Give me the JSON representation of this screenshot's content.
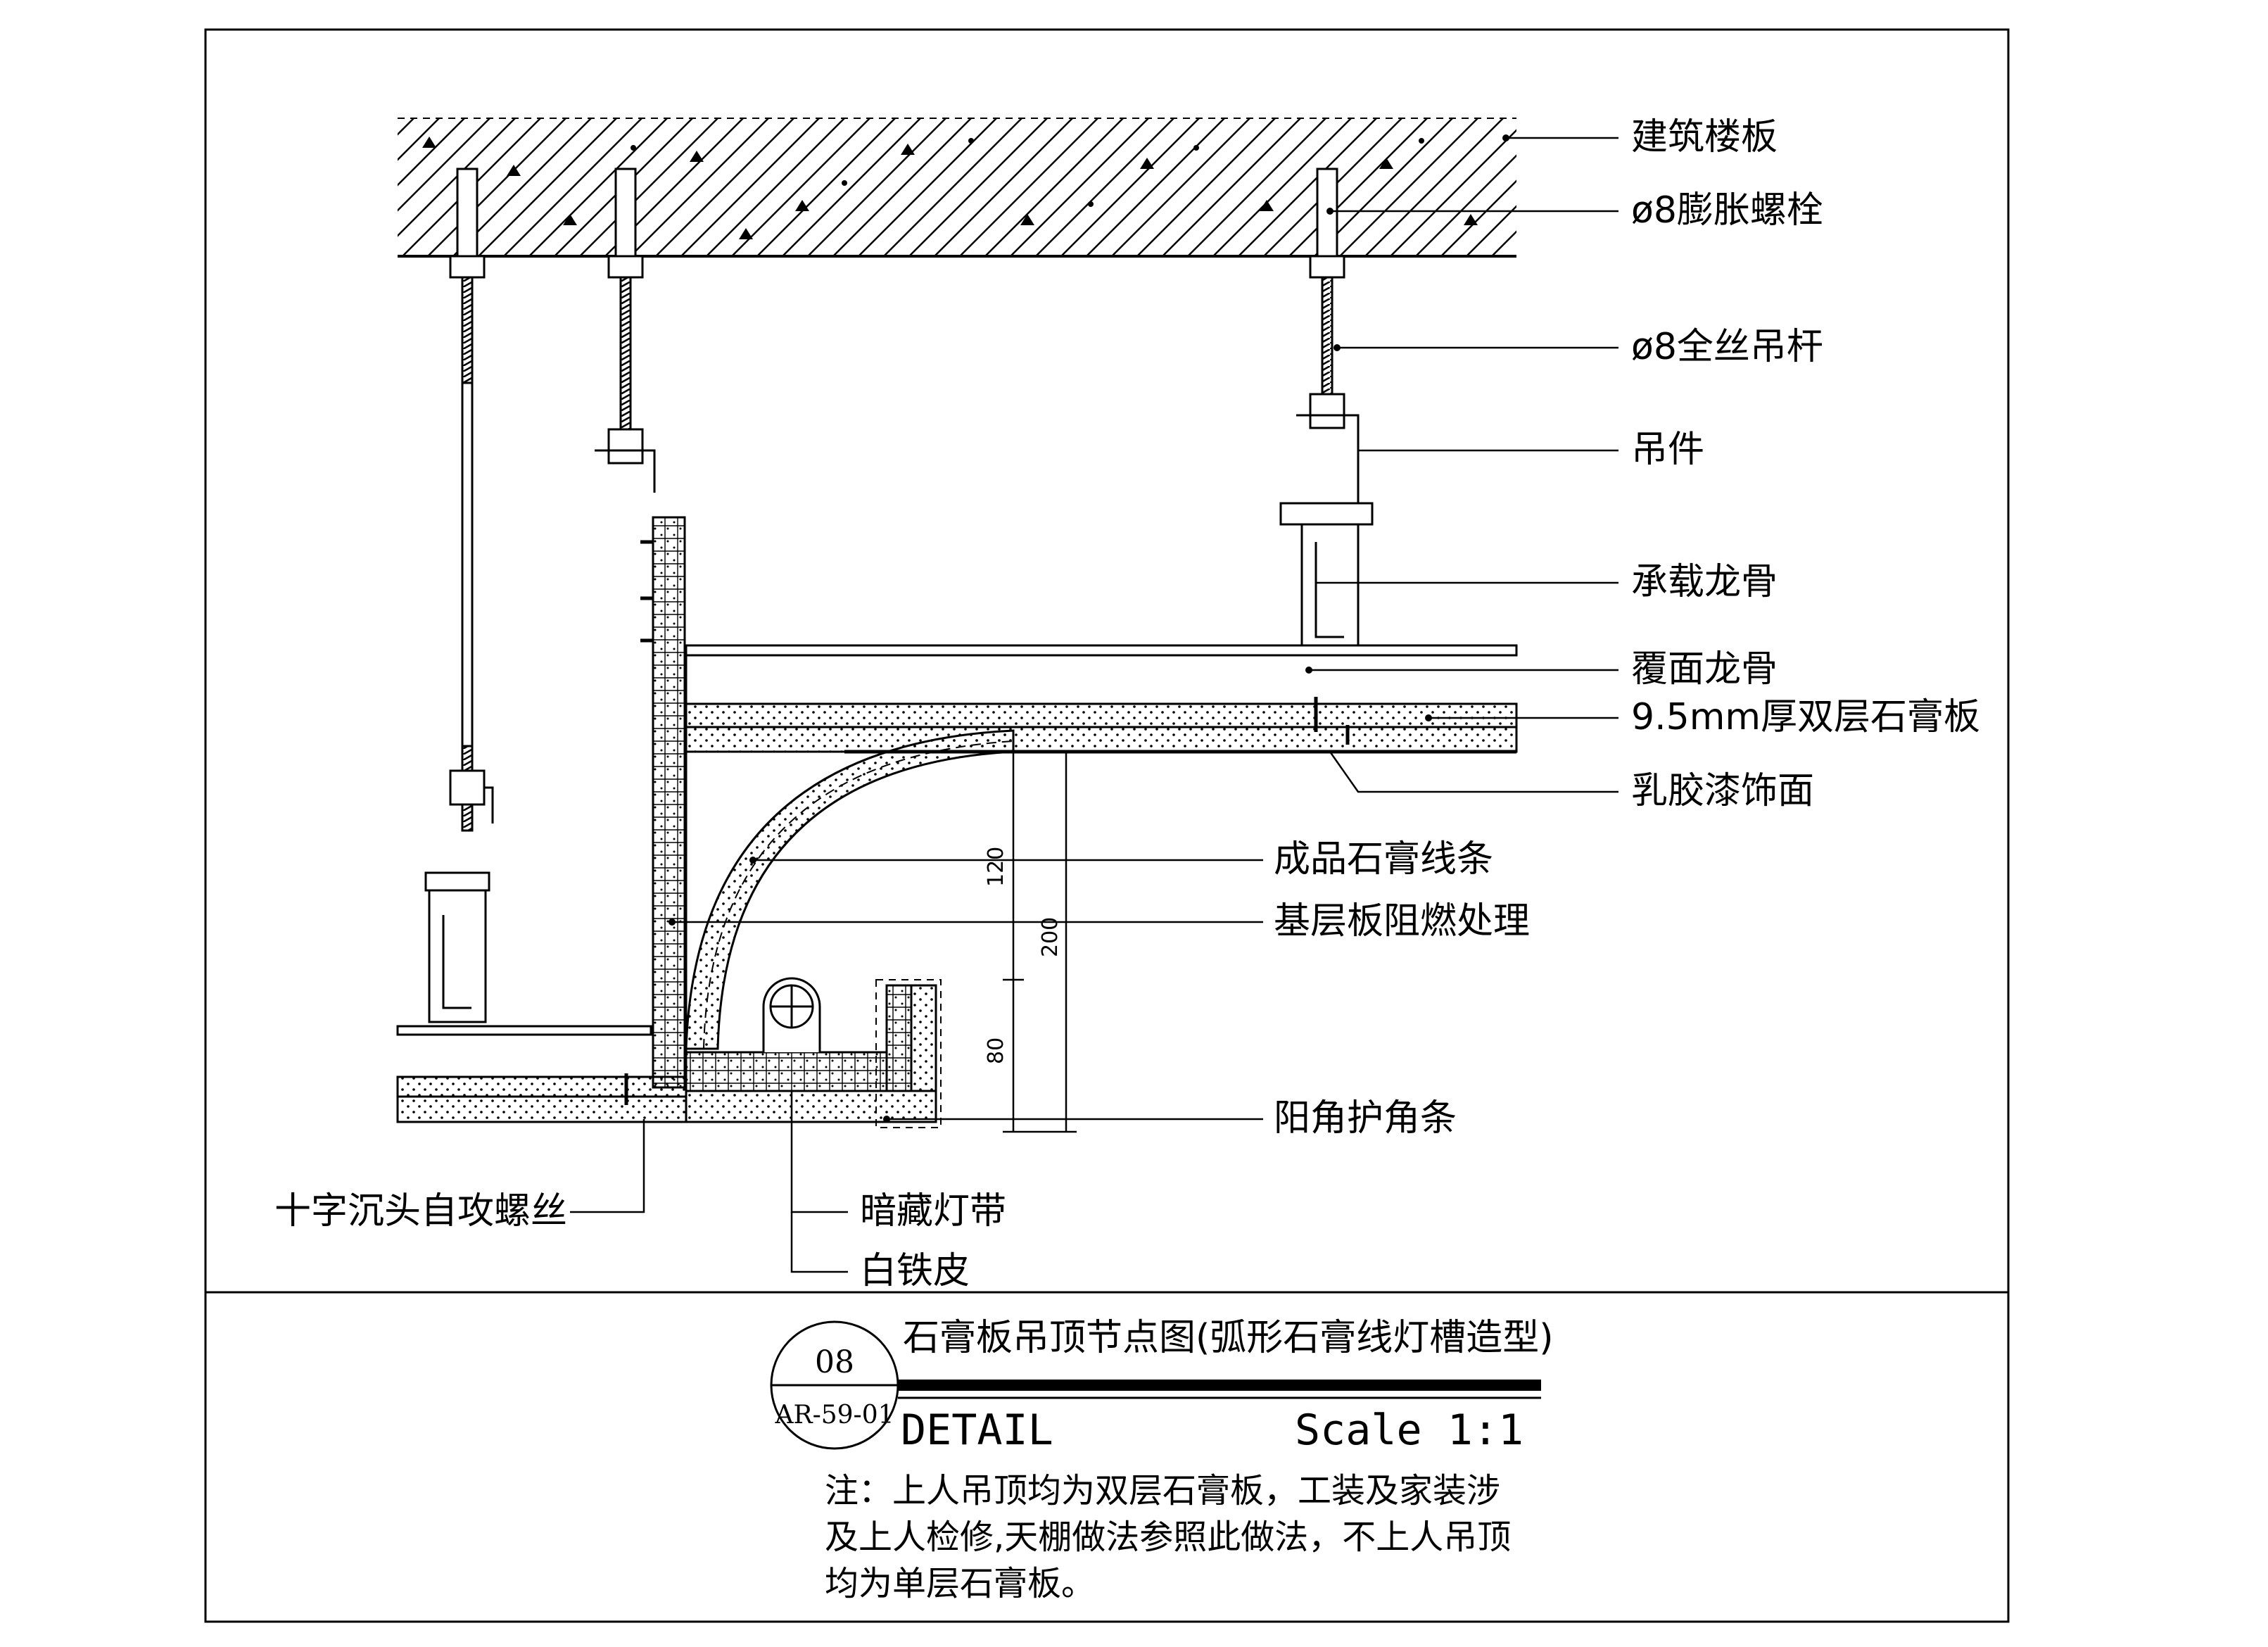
{
  "labels": {
    "floor_slab": "建筑楼板",
    "expansion_bolt": "ø8膨胀螺栓",
    "threaded_rod": "ø8全丝吊杆",
    "hanger": "吊件",
    "main_keel": "承载龙骨",
    "cover_keel": "覆面龙骨",
    "gypsum_board": "9.5mm厚双层石膏板",
    "latex_paint": "乳胶漆饰面",
    "gypsum_molding": "成品石膏线条",
    "fireproof_base": "基层板阻燃处理",
    "corner_guard": "阳角护角条",
    "screw": "十字沉头自攻螺丝",
    "hidden_light": "暗藏灯带",
    "white_iron": "白铁皮"
  },
  "dimensions": {
    "d120": "120",
    "d200": "200",
    "d80": "80"
  },
  "title_block": {
    "detail_no": "08",
    "sheet_ref": "AR-59-01",
    "title": "石膏板吊顶节点图(弧形石膏线灯槽造型)",
    "detail_label": "DETAIL",
    "scale": "Scale 1:1",
    "note_line1": "注：上人吊顶均为双层石膏板，工装及家装涉",
    "note_line2": "及上人检修,天棚做法参照此做法，不上人吊顶",
    "note_line3": "均为单层石膏板。"
  }
}
